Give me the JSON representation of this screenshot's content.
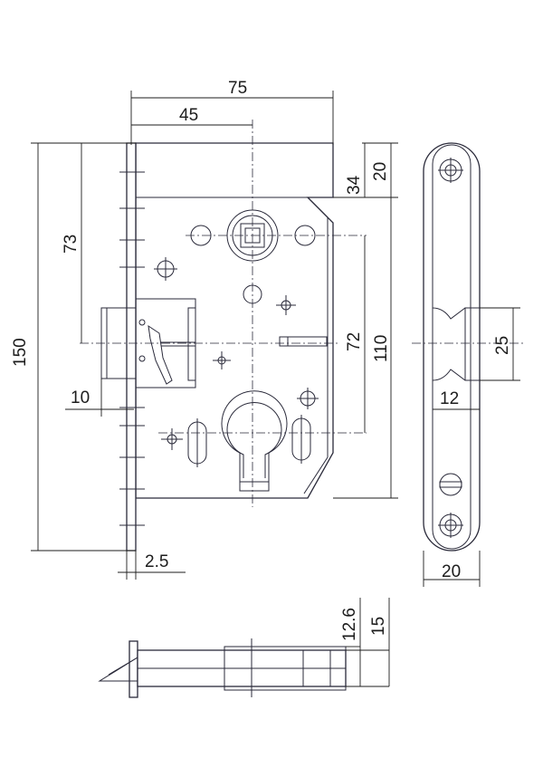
{
  "diagram": {
    "line_color": "#2a2a3a",
    "dimensions": {
      "width_75": "75",
      "backset_45": "45",
      "top_20": "20",
      "offset_34": "34",
      "height_73": "73",
      "total_150": "150",
      "center_72": "72",
      "height_110": "110",
      "latch_10": "10",
      "faceplate_2_5": "2.5",
      "strike_25": "25",
      "strike_12": "12",
      "strike_width_20": "20",
      "depth_12_6": "12.6",
      "depth_15": "15"
    }
  }
}
